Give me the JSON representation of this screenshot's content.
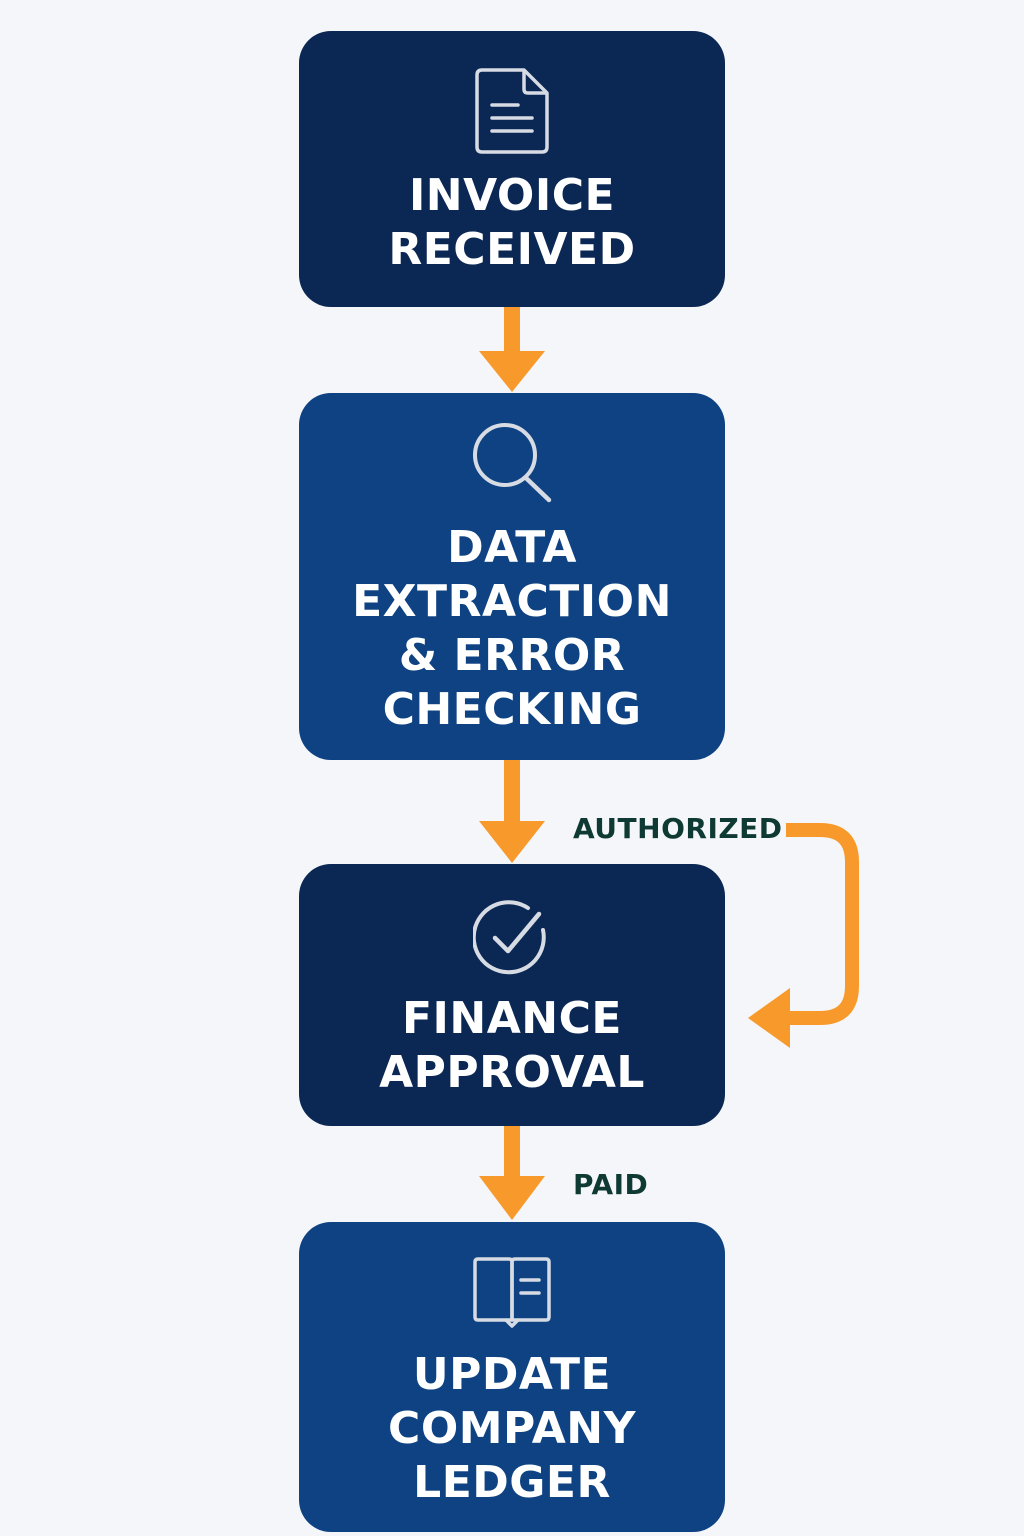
{
  "colors": {
    "background": "#f4f6f9",
    "box_dark": "#0b2754",
    "box_medium": "#0e4282",
    "arrow": "#f89a2b",
    "edge_label": "#0f3a34",
    "icon_stroke": "#d7dbe3"
  },
  "steps": [
    {
      "label": "INVOICE\nRECEIVED",
      "icon": "document-icon",
      "tone": "dark"
    },
    {
      "label": "DATA\nEXTRACTION\n& ERROR\nCHECKING",
      "icon": "magnifier-icon",
      "tone": "medium"
    },
    {
      "label": "FINANCE\nAPPROVAL",
      "icon": "checkmark-circle-icon",
      "tone": "dark"
    },
    {
      "label": "UPDATE\nCOMPANY\nLEDGER",
      "icon": "ledger-book-icon",
      "tone": "medium"
    }
  ],
  "edges": {
    "authorized_label": "AUTHORIZED",
    "paid_label": "PAID"
  }
}
